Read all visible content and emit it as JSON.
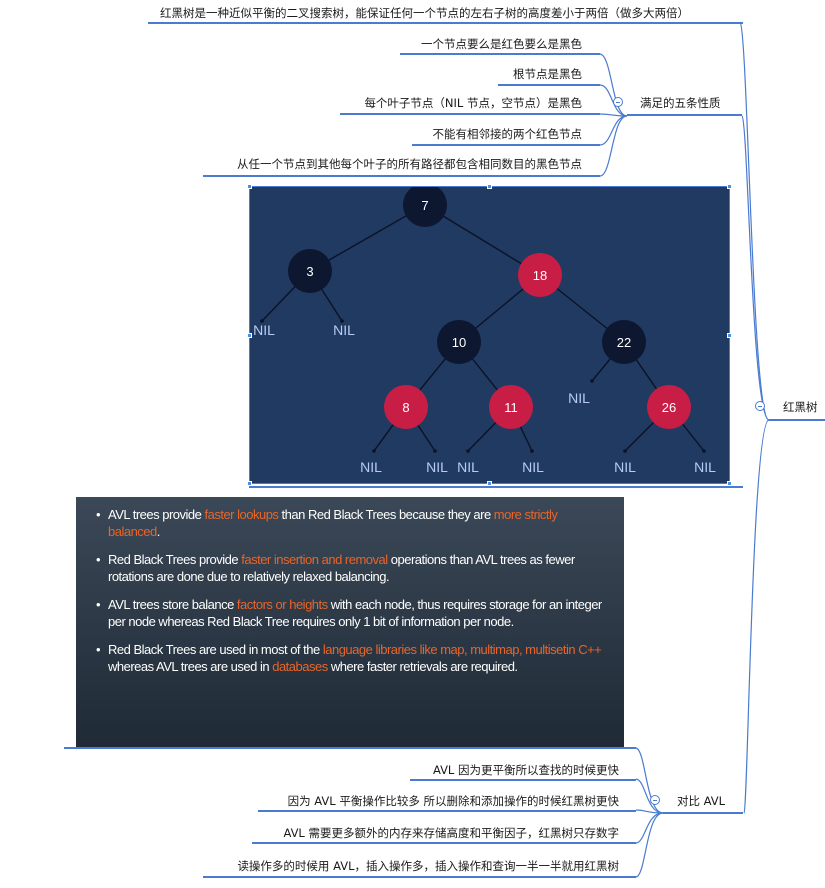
{
  "root": {
    "label": "红黑树"
  },
  "definition": {
    "text": "红黑树是一种近似平衡的二叉搜索树，能保证任何一个节点的左右子树的高度差小于两倍（做多大两倍）"
  },
  "properties": {
    "label": "满足的五条性质",
    "items": [
      "一个节点要么是红色要么是黑色",
      "根节点是黑色",
      "每个叶子节点（NIL 节点，空节点）是黑色",
      "不能有相邻接的两个红色节点",
      "从任一个节点到其他每个叶子的所有路径都包含相同数目的黑色节点"
    ]
  },
  "tree": {
    "nodes": [
      "7",
      "3",
      "18",
      "10",
      "22",
      "8",
      "11",
      "26"
    ],
    "nil": "NIL",
    "colors": {
      "background": "#203a62",
      "black_node": "#0d1730",
      "red_node": "#c81e45"
    }
  },
  "avl_slide": {
    "bullets": [
      [
        "AVL trees provide ",
        "faster lookups",
        " than Red Black Trees because they are ",
        "more strictly balanced",
        "."
      ],
      [
        "Red Black Trees provide ",
        "faster insertion and removal",
        " operations than AVL trees as fewer rotations are done due to relatively relaxed balancing.",
        "",
        ""
      ],
      [
        "AVL trees store balance ",
        "factors or heights",
        " with each node, thus requires storage for an integer per node whereas Red Black Tree requires only 1 bit of information per node.",
        "",
        ""
      ],
      [
        "Red Black Trees are used in most of the ",
        "language libraries like map, multimap, multisetin C++",
        " whereas AVL trees are used in ",
        "databases",
        " where faster retrievals are required."
      ]
    ],
    "colors": {
      "highlight": "#e8652a"
    }
  },
  "comparison": {
    "label": "对比 AVL",
    "items": [
      "AVL 因为更平衡所以查找的时候更快",
      "因为 AVL 平衡操作比较多 所以删除和添加操作的时候红黑树更快",
      "AVL 需要更多额外的内存来存储高度和平衡因子，红黑树只存数字",
      "读操作多的时候用 AVL，插入操作多，插入操作和查询一半一半就用红黑树"
    ]
  },
  "colors": {
    "accent": "#4a7bd0"
  }
}
